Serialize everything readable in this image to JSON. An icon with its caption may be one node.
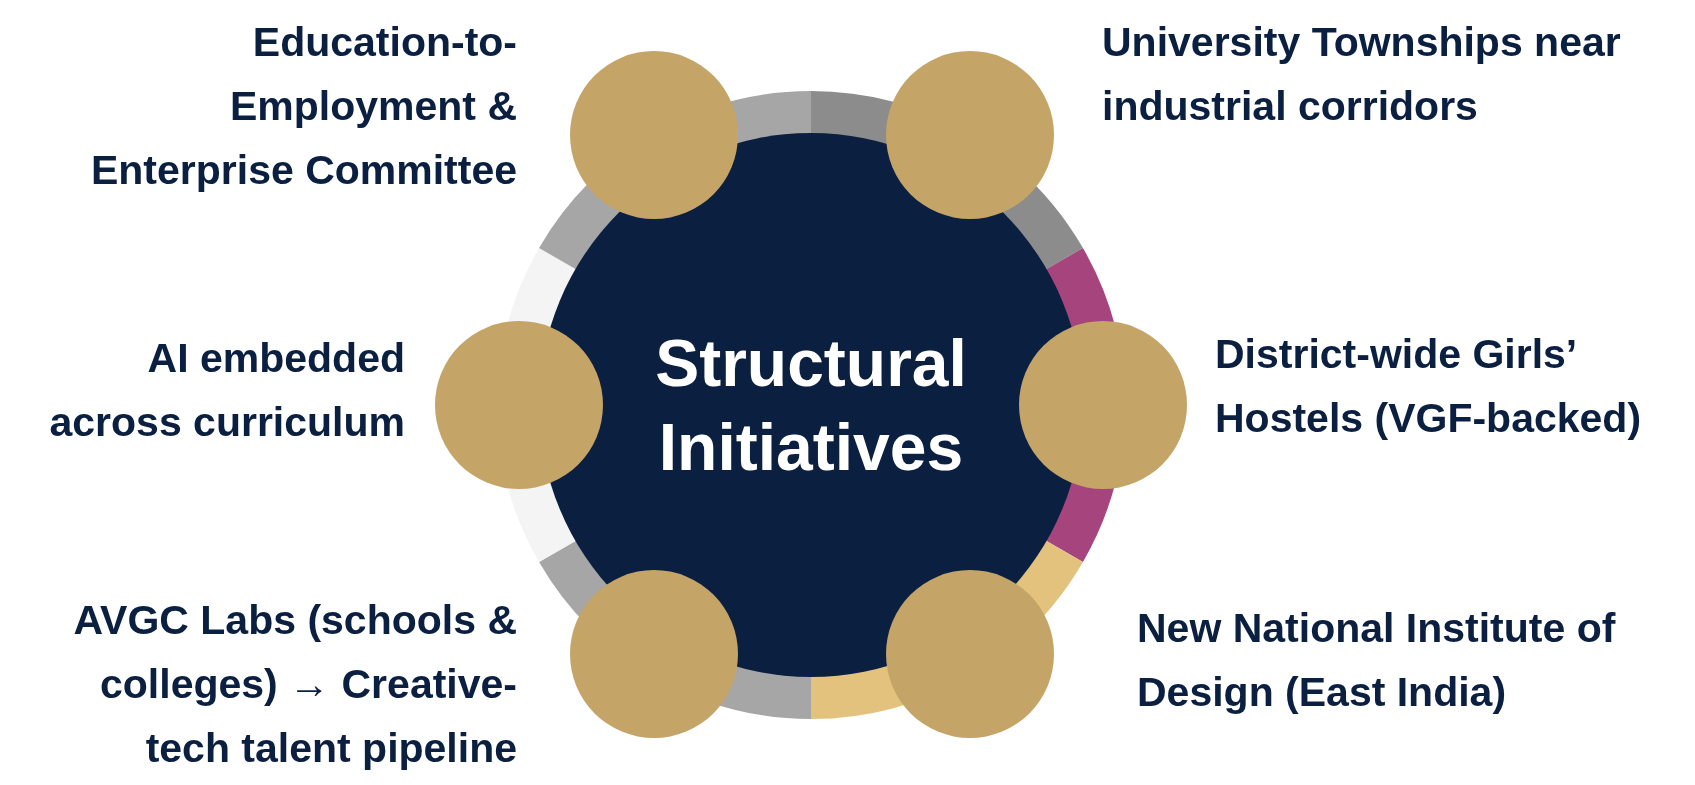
{
  "diagram": {
    "nodes": [
      {
        "text": [
          "Structural Initiatives"
        ]
      },
      {
        "text": [],
        "shape": "circle",
        "beside": [
          "Education-to-Employment & Enterprise Committee"
        ]
      },
      {
        "text": [],
        "shape": "circle",
        "beside": [
          "University Townships near industrial corridors"
        ]
      },
      {
        "text": [],
        "shape": "circle",
        "beside": [
          "AI embedded across curriculum"
        ]
      },
      {
        "text": [],
        "shape": "circle",
        "beside": [
          "District-wide Girls’ Hostels (VGF-backed)"
        ]
      },
      {
        "text": [],
        "shape": "circle",
        "beside": [
          "AVGC Labs (schools & colleges) → Creative-tech talent pipeline"
        ]
      },
      {
        "text": [],
        "shape": "circle",
        "beside": [
          "New National Institute of Design (East India)"
        ]
      }
    ]
  }
}
